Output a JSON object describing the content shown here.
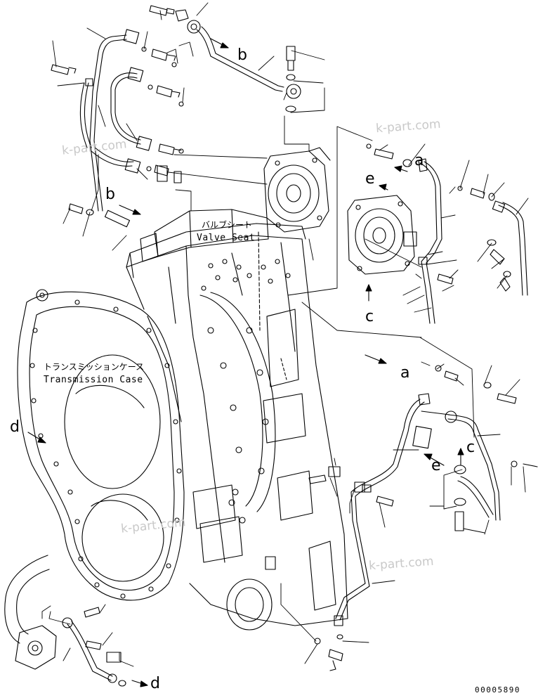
{
  "watermark": "k-part.com",
  "labels": {
    "valve_seat_jp": "バルブシート",
    "valve_seat_en": "Valve Seat",
    "case_jp": "トランスミッションケース",
    "case_en": "Transmission Case"
  },
  "letters": {
    "a": "a",
    "b": "b",
    "c": "c",
    "d": "d",
    "e": "e"
  },
  "drawing_code": "00005890"
}
